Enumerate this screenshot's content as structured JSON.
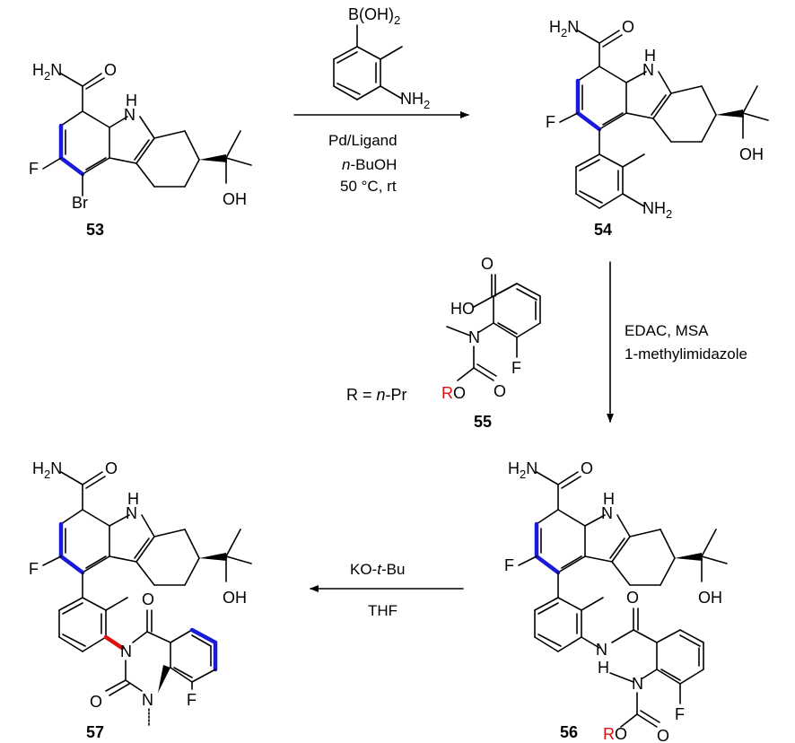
{
  "colors": {
    "bond": "#000000",
    "highlight_ring": "#1a1adb",
    "new_bond": "#e01010",
    "r_group": "#e01010"
  },
  "compounds": {
    "c53": {
      "number": "53",
      "amide_h": "H",
      "amide_sub": "2",
      "amide_n": "N",
      "amide_o": "O",
      "nh_h": "H",
      "nh_n": "N",
      "f": "F",
      "br": "Br",
      "oh": "OH"
    },
    "c54": {
      "number": "54",
      "amide_h": "H",
      "amide_sub": "2",
      "amide_n": "N",
      "amide_o": "O",
      "nh_h": "H",
      "nh_n": "N",
      "f": "F",
      "oh": "OH",
      "nh2_n": "NH",
      "nh2_sub": "2"
    },
    "c55": {
      "number": "55",
      "ho": "HO",
      "o1": "O",
      "n": "N",
      "f": "F",
      "r": "R",
      "o_ester": "O",
      "o2": "O"
    },
    "c56": {
      "number": "56",
      "amide_h": "H",
      "amide_sub": "2",
      "amide_n": "N",
      "amide_o": "O",
      "nh_h": "H",
      "nh_n": "N",
      "f": "F",
      "oh": "OH",
      "o_amide": "O",
      "amide_nh_n": "N",
      "amide_nh_h": "H",
      "n_carb": "N",
      "f2": "F",
      "r": "R",
      "o_ester": "O",
      "o_carb": "O"
    },
    "c57": {
      "number": "57",
      "amide_h": "H",
      "amide_sub": "2",
      "amide_n": "N",
      "amide_o": "O",
      "nh_h": "H",
      "nh_n": "N",
      "f": "F",
      "oh": "OH",
      "o_top": "O",
      "n_ring": "N",
      "o_ring": "O",
      "n_me": "N",
      "f2": "F"
    }
  },
  "reagents": {
    "boronic_b": "B(OH)",
    "boronic_sub": "2",
    "aniline_nh": "NH",
    "aniline_sub": "2"
  },
  "conditions": {
    "step1_line1": "Pd/Ligand",
    "step1_line2_italic": "n",
    "step1_line2_rest": "-BuOH",
    "step1_line3": "50 °C, rt",
    "step2_line1": "EDAC, MSA",
    "step2_line2": "1-methylimidazole",
    "step3_line1_pre": "KO-",
    "step3_line1_italic": "t",
    "step3_line1_post": "-Bu",
    "step3_line2": "THF"
  },
  "r_definition": {
    "prefix": "R = ",
    "italic": "n",
    "suffix": "-Pr"
  }
}
